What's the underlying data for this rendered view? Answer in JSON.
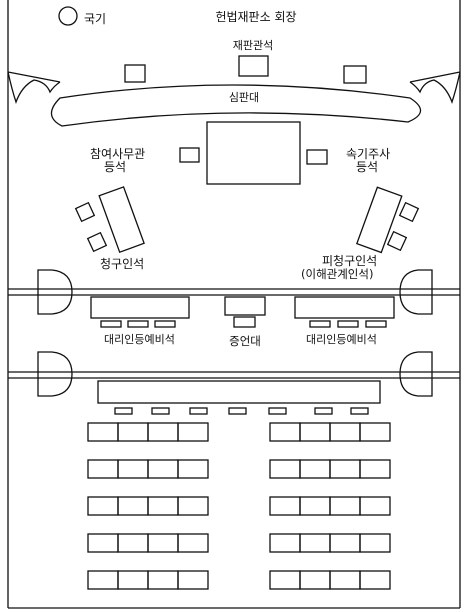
{
  "labels": {
    "flag": "국기",
    "court_title": "헌법재판소 회장",
    "justices_seats": "재판관석",
    "bench": "심판대",
    "research_officer": "참여사무관",
    "research_officer_seat": "등석",
    "stenographer": "속기주사",
    "stenographer_seat": "등석",
    "petitioner_seats": "청구인석",
    "respondent_seats": "피청구인석",
    "respondent_note": "(이해관계인석)",
    "left_counsel": "대리인등예비석",
    "witness_stand": "증언대",
    "right_counsel": "대리인등예비석"
  },
  "colors": {
    "line": "#111111",
    "label_dim": "#666666"
  }
}
